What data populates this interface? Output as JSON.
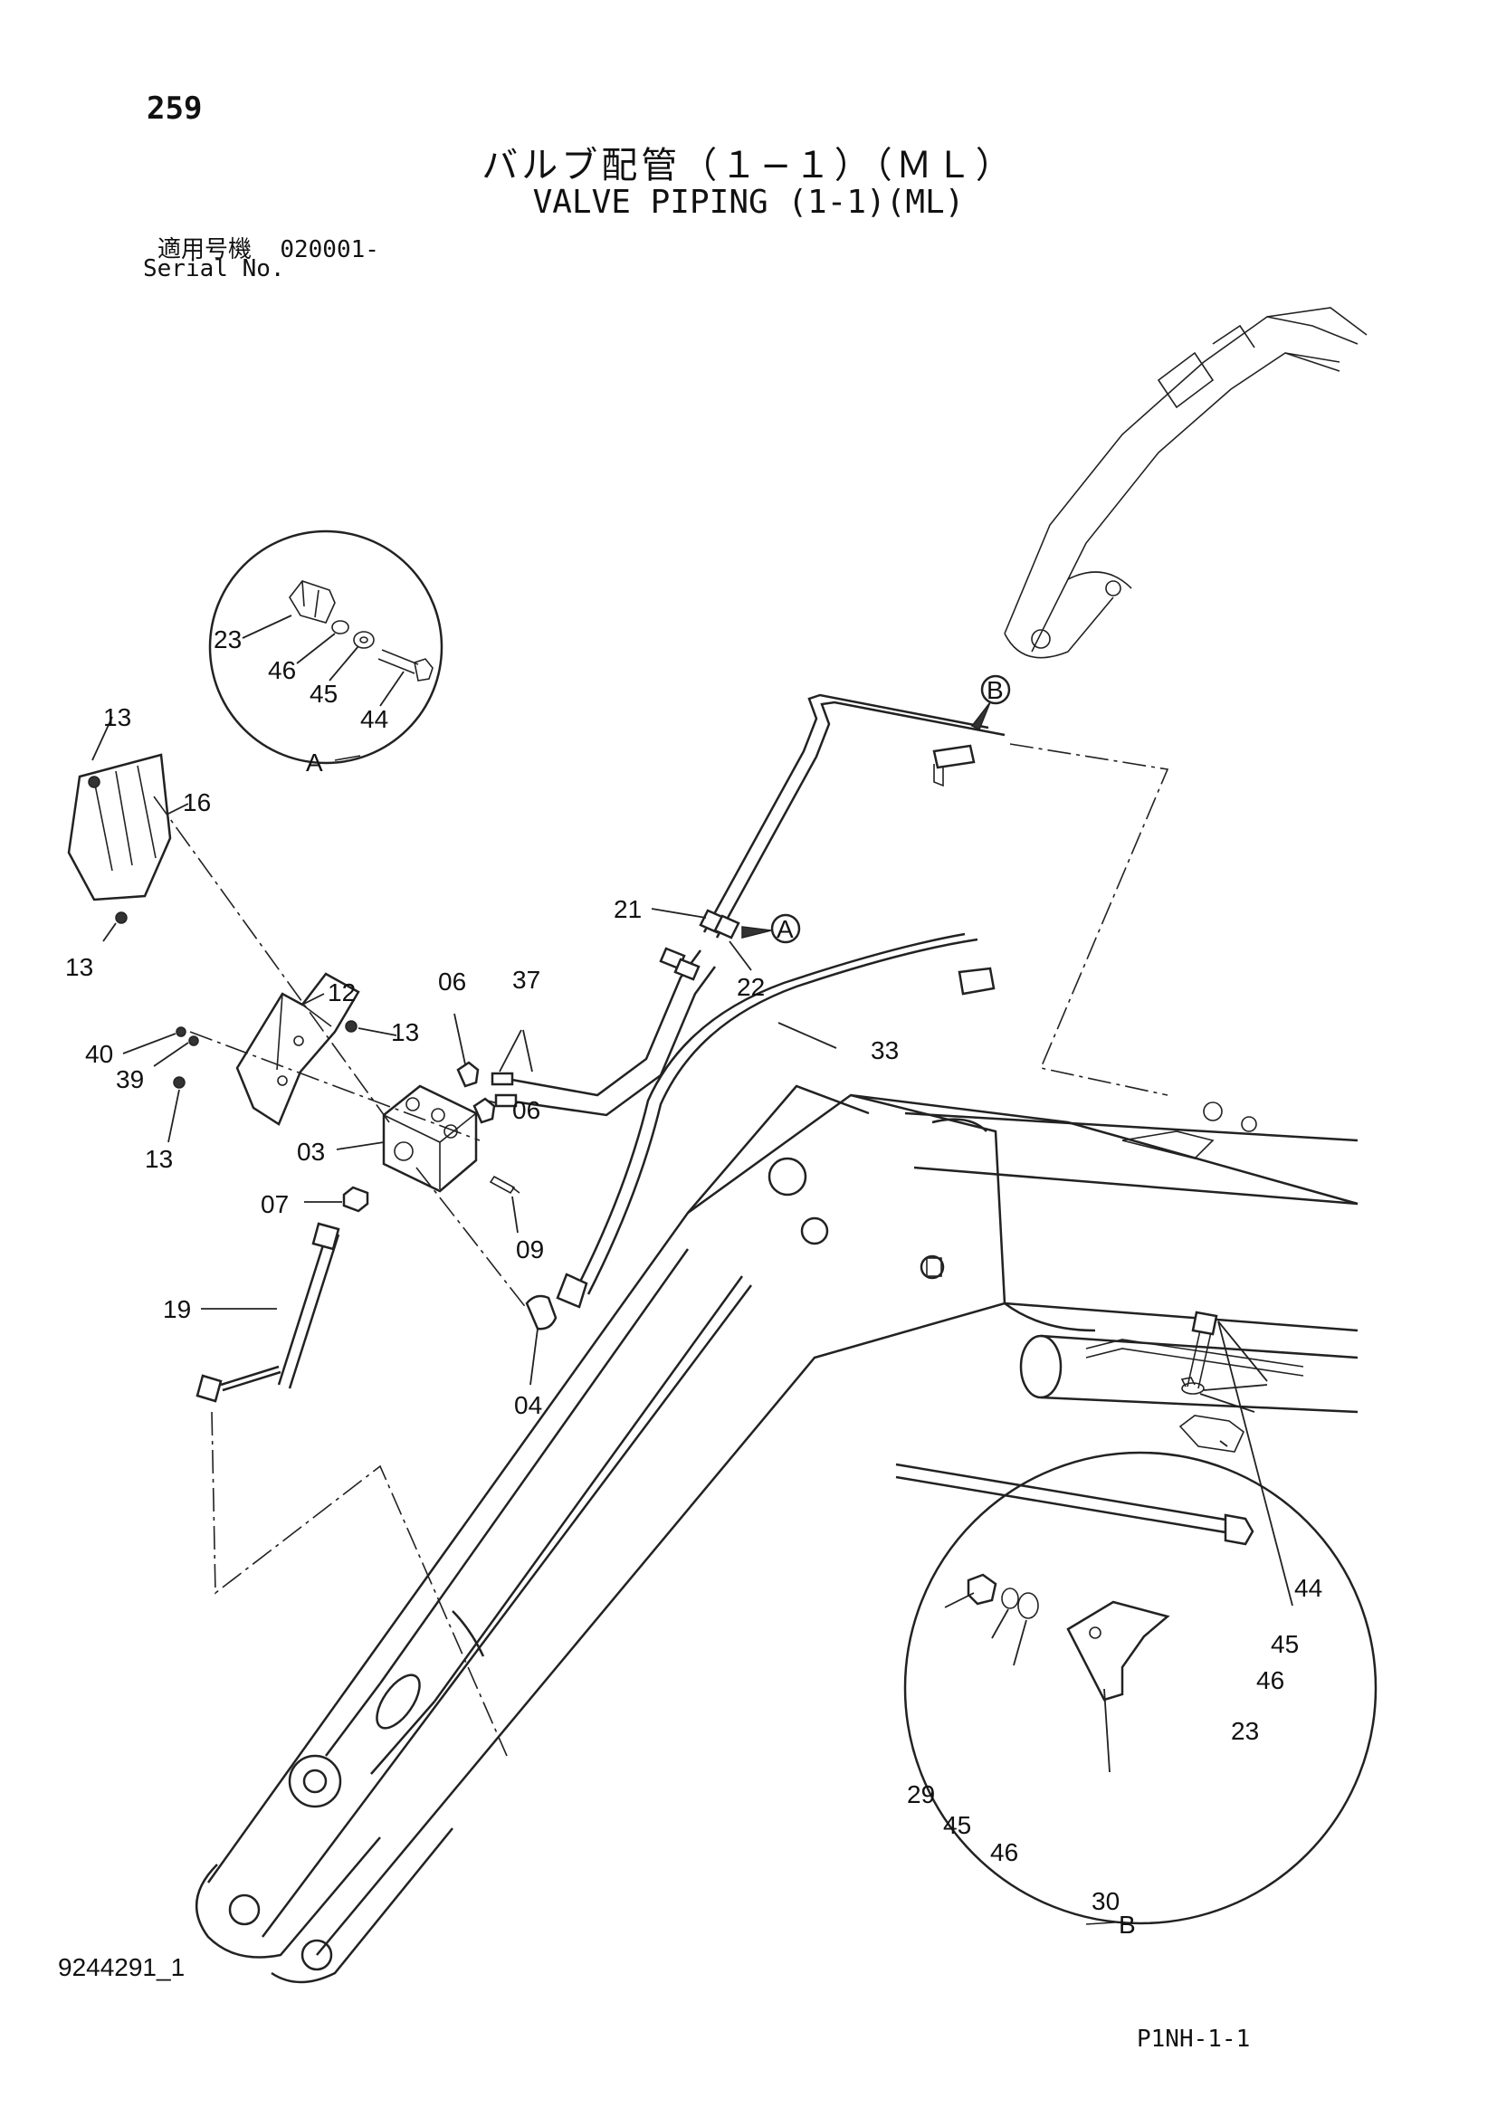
{
  "page_number": "259",
  "title_ja": "バルブ配管（１−１）（ＭＬ）",
  "title_en": "VALVE PIPING (1-1)(ML)",
  "serial": {
    "label_ja": "適用号機",
    "value": "020001-",
    "label_en": "Serial No."
  },
  "doc_code": "9244291_1",
  "page_code": "P1NH-1-1",
  "detail_views": {
    "a": "A",
    "b": "B"
  },
  "callouts": {
    "p23a": "23",
    "p46a": "46",
    "p45a": "45",
    "p44a": "44",
    "p13a": "13",
    "p16": "16",
    "p13b": "13",
    "p12": "12",
    "p13c": "13",
    "p40": "40",
    "p39": "39",
    "p13d": "13",
    "p06a": "06",
    "p37": "37",
    "p06b": "06",
    "p03": "03",
    "p07": "07",
    "p09": "09",
    "p19": "19",
    "p04": "04",
    "p21": "21",
    "p22": "22",
    "p33": "33",
    "p44b": "44",
    "p45b": "45",
    "p46b": "46",
    "p23b": "23",
    "p29": "29",
    "p45c": "45",
    "p46c": "46",
    "p30": "30"
  }
}
